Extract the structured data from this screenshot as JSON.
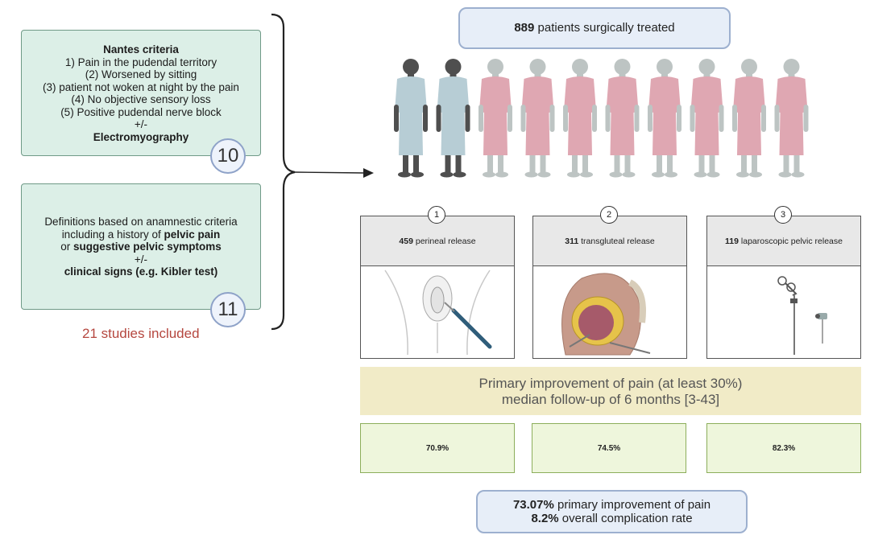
{
  "left": {
    "box1": {
      "title": "Nantes criteria",
      "lines": [
        "1) Pain in the pudendal territory",
        "(2) Worsened by sitting",
        "(3) patient not woken at night by the pain",
        "(4) No objective sensory loss",
        "(5) Positive  pudendal nerve block",
        "+/-"
      ],
      "last": "Electromyography",
      "count": "10"
    },
    "box2": {
      "line1": "Definitions based on anamnestic criteria",
      "line2_pre": "including a history of ",
      "line2_bold": "pelvic pain",
      "line3_pre": "or ",
      "line3_bold": "suggestive pelvic symptoms",
      "line4": "+/-",
      "line5": "clinical signs (e.g. Kibler test)",
      "count": "11"
    },
    "studies": "21 studies included"
  },
  "top": {
    "number": "889",
    "text": " patients surgically treated"
  },
  "patients": {
    "dark_count": 2,
    "light_count": 8,
    "colors": {
      "dark_skin": "#4f4f4f",
      "light_skin": "#bdc4c3",
      "blue_gown": "#b7cdd5",
      "pink_gown": "#dfa7b2"
    }
  },
  "procedures": [
    {
      "badge": "1",
      "number": "459",
      "label": " perineal release",
      "icon": "perineal-release-illustration"
    },
    {
      "badge": "2",
      "number": "311",
      "label": " transgluteal release",
      "icon": "transgluteal-release-illustration"
    },
    {
      "badge": "3",
      "number": "119",
      "label": " laparoscopic pelvic release",
      "icon": "laparoscopic-instruments-illustration"
    }
  ],
  "improvement": {
    "line1": "Primary improvement of pain (at least 30%)",
    "line2": "median follow-up of 6 months [3-43]"
  },
  "percentages": [
    "70.9%",
    "74.5%",
    "82.3%"
  ],
  "summary": {
    "line1_bold": "73.07%",
    "line1_text": " primary improvement of pain",
    "line2_bold": "8.2%",
    "line2_text": " overall complication rate"
  }
}
